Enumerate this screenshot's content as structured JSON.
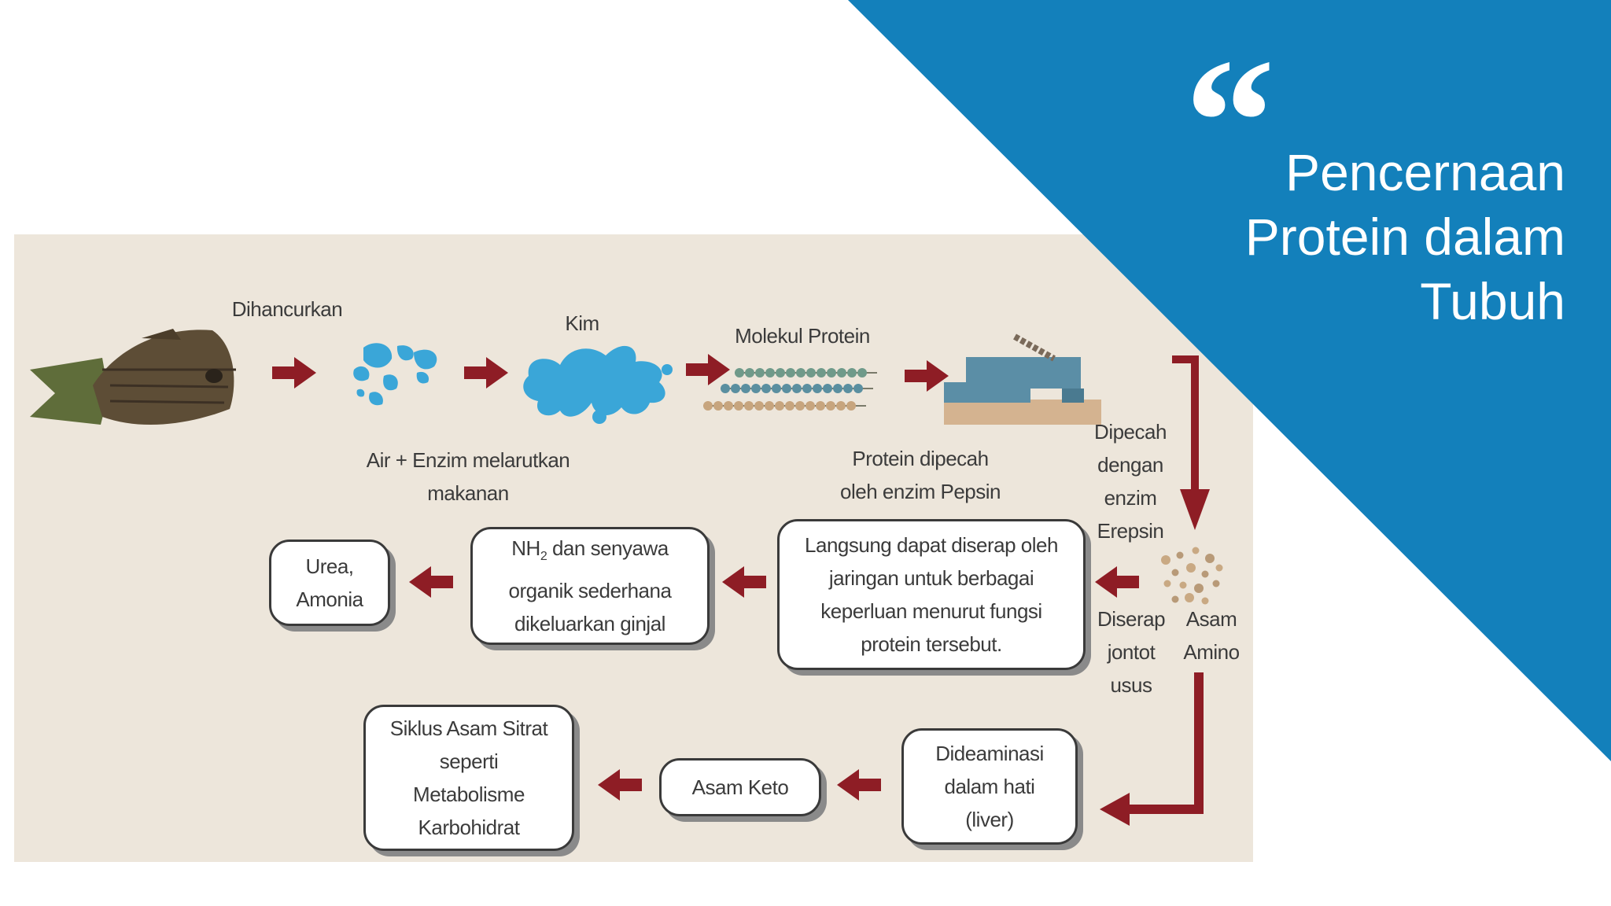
{
  "slide": {
    "title_lines": [
      "Pencernaan",
      "Protein dalam",
      "Tubuh"
    ],
    "quote_mark": "“"
  },
  "diagram": {
    "labels": {
      "dihancurkan": "Dihancurkan",
      "kim": "Kim",
      "molekul_protein": "Molekul Protein",
      "air_enzim": [
        "Air + Enzim melarutkan",
        "makanan"
      ],
      "protein_dipecah": [
        "Protein dipecah",
        "oleh enzim Pepsin"
      ],
      "dipecah_erepsin": [
        "Dipecah",
        "dengan",
        "enzim",
        "Erepsin"
      ],
      "diserap": [
        "Diserap",
        "jontot",
        "usus"
      ],
      "asam_amino": [
        "Asam",
        "Amino"
      ]
    },
    "boxes": {
      "langsung": [
        "Langsung dapat diserap oleh",
        "jaringan untuk berbagai",
        "keperluan menurut fungsi",
        "protein tersebut."
      ],
      "nh2_formula": "NH",
      "nh2_sub": "2",
      "nh2_line1_rest": " dan senyawa",
      "nh2_lines": [
        "organik sederhana",
        "dikeluarkan ginjal"
      ],
      "urea": [
        "Urea,",
        "Amonia"
      ],
      "dideaminasi": [
        "Dideaminasi",
        "dalam hati",
        "(liver)"
      ],
      "asam_keto": "Asam Keto",
      "siklus": [
        "Siklus Asam Sitrat",
        "seperti",
        "Metabolisme",
        "Karbohidrat"
      ]
    },
    "colors": {
      "arrow": "#8e1d25",
      "water": "#3aa6d8",
      "banner": "#1380bb",
      "panel": "#ede6db"
    }
  }
}
